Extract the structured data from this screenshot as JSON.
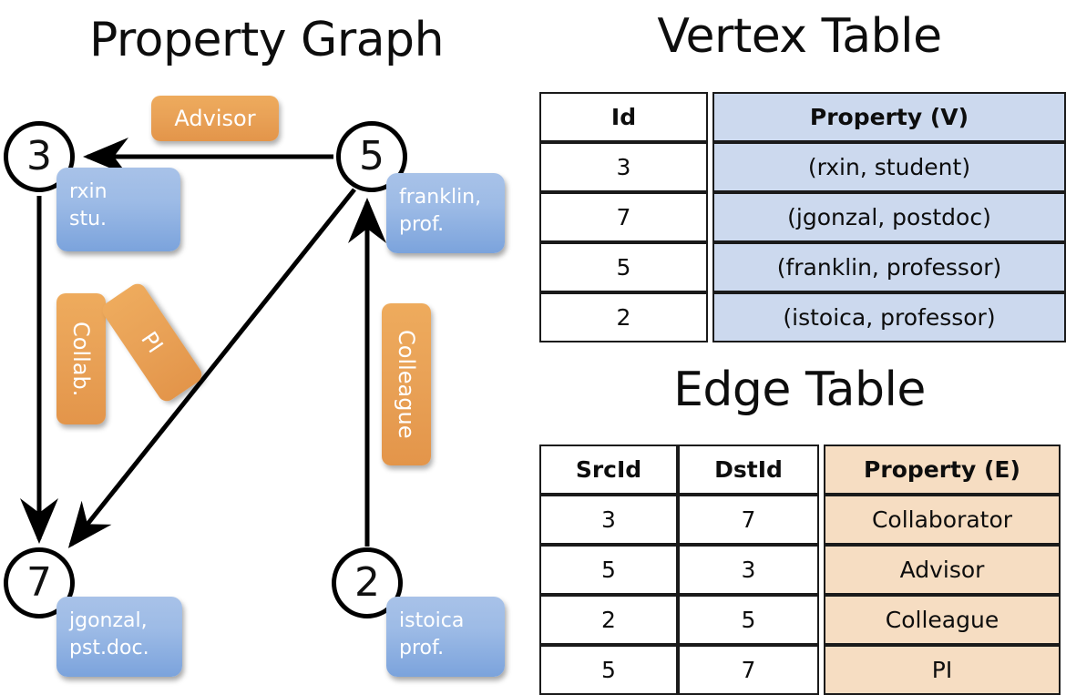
{
  "panels": {
    "graph_title": "Property Graph",
    "vertex_table_title": "Vertex Table",
    "edge_table_title": "Edge Table"
  },
  "graph": {
    "vertices": [
      {
        "id": "3",
        "property_label": "rxin\nstu.",
        "name": "rxin",
        "role": "stu."
      },
      {
        "id": "5",
        "property_label": "franklin,\nprof.",
        "name": "franklin,",
        "role": "prof."
      },
      {
        "id": "7",
        "property_label": "jgonzal,\npst.doc.",
        "name": "jgonzal,",
        "role": "pst.doc."
      },
      {
        "id": "2",
        "property_label": "istoica\nprof.",
        "name": "istoica",
        "role": "prof."
      }
    ],
    "edge_labels": [
      {
        "key": "advisor",
        "text": "Advisor",
        "orientation": "horizontal"
      },
      {
        "key": "collab",
        "text": "Collab.",
        "orientation": "vertical"
      },
      {
        "key": "pi",
        "text": "PI",
        "orientation": "vertical-rotated"
      },
      {
        "key": "colleague",
        "text": "Colleague",
        "orientation": "vertical"
      }
    ],
    "edges": [
      {
        "src": "5",
        "dst": "3",
        "label": "Advisor"
      },
      {
        "src": "3",
        "dst": "7",
        "label": "Collab."
      },
      {
        "src": "5",
        "dst": "7",
        "label": "PI"
      },
      {
        "src": "2",
        "dst": "5",
        "label": "Colleague"
      }
    ]
  },
  "vertex_table": {
    "headers": [
      "Id",
      "Property (V)"
    ],
    "rows": [
      {
        "id": "3",
        "property": "(rxin, student)"
      },
      {
        "id": "7",
        "property": "(jgonzal, postdoc)"
      },
      {
        "id": "5",
        "property": "(franklin, professor)"
      },
      {
        "id": "2",
        "property": "(istoica, professor)"
      }
    ]
  },
  "edge_table": {
    "headers": [
      "SrcId",
      "DstId",
      "Property (E)"
    ],
    "rows": [
      {
        "src": "3",
        "dst": "7",
        "property": "Collaborator"
      },
      {
        "src": "5",
        "dst": "3",
        "property": "Advisor"
      },
      {
        "src": "2",
        "dst": "5",
        "property": "Colleague"
      },
      {
        "src": "5",
        "dst": "7",
        "property": "PI"
      }
    ]
  },
  "colors": {
    "vertex_property_fill": "#9dbbe6",
    "edge_label_fill": "#e9a257",
    "vertex_table_property_fill": "#ccd9ee",
    "edge_table_property_fill": "#f6ddc2",
    "stroke": "#000000",
    "background": "#ffffff"
  }
}
